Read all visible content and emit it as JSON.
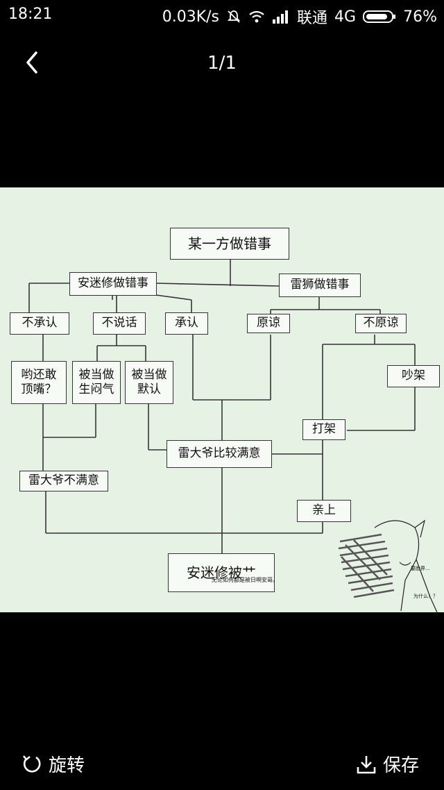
{
  "status": {
    "time": "18:21",
    "speed": "0.03K/s",
    "carrier": "联通",
    "network": "4G",
    "battery": "76%"
  },
  "topbar": {
    "page_indicator": "1/1"
  },
  "flowchart": {
    "root": "某一方做错事",
    "amis": "安迷修做错事",
    "reis": "雷狮做错事",
    "deny": "不承认",
    "silent": "不说话",
    "admit": "承认",
    "forgive": "原谅",
    "not_forgive": "不原谅",
    "talkback": "哟还敢顶嘴？",
    "sulking": "被当做生闷气",
    "tacit": "被当做默认",
    "quarrel": "吵架",
    "fight": "打架",
    "satisfied": "雷大爷比较满意",
    "unsatisfied": "雷大爷不满意",
    "kiss": "亲上",
    "final": "安迷修被艹",
    "caption": "无论如何都是被日啊安哥。",
    "sketch_text1": "要脸界...",
    "sketch_text2": "为什么！？"
  },
  "bottombar": {
    "rotate_label": "旋转",
    "save_label": "保存"
  }
}
